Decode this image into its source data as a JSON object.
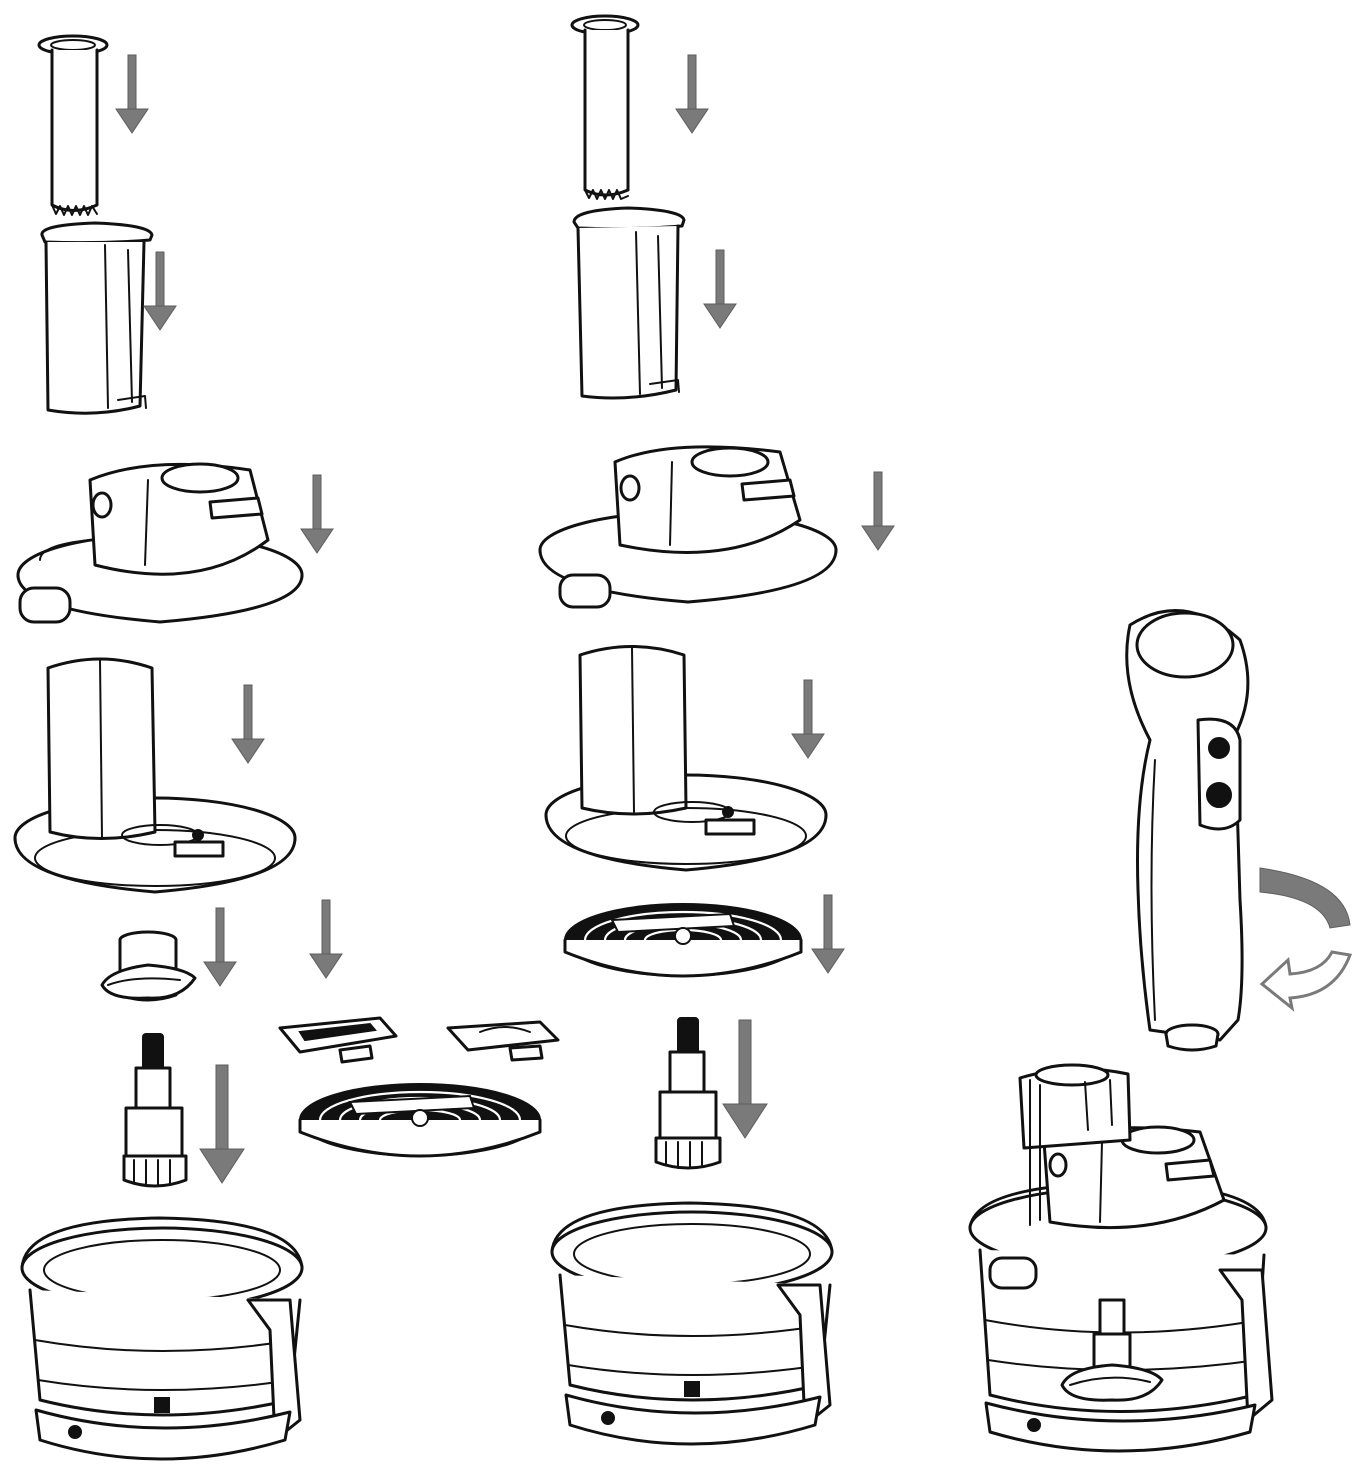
{
  "diagram": {
    "description_text": "",
    "colors": {
      "line": "#111111",
      "arrow": "#7a7a7a",
      "background": "#ffffff"
    },
    "arrows": [
      {
        "name": "arrow-down-pusher-left",
        "direction": "down"
      },
      {
        "name": "arrow-down-chute-left",
        "direction": "down"
      },
      {
        "name": "arrow-down-lid-left",
        "direction": "down"
      },
      {
        "name": "arrow-down-disc-lid-left",
        "direction": "down"
      },
      {
        "name": "arrow-down-holder-left",
        "direction": "down"
      },
      {
        "name": "arrow-down-inserts",
        "direction": "down"
      },
      {
        "name": "arrow-down-shaft-left",
        "direction": "down"
      },
      {
        "name": "arrow-down-pusher-mid",
        "direction": "down"
      },
      {
        "name": "arrow-down-chute-mid",
        "direction": "down"
      },
      {
        "name": "arrow-down-lid-mid",
        "direction": "down"
      },
      {
        "name": "arrow-down-disc-lid-mid",
        "direction": "down"
      },
      {
        "name": "arrow-down-disc-mid",
        "direction": "down"
      },
      {
        "name": "arrow-down-shaft-mid",
        "direction": "down"
      },
      {
        "name": "arrow-rotate-motor",
        "direction": "clockwise"
      }
    ]
  }
}
